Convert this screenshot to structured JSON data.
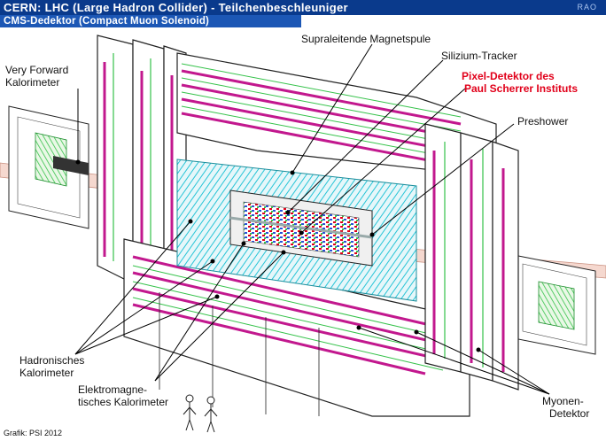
{
  "header": {
    "title": "CERN: LHC (Large Hadron Collider) - Teilchenbeschleuniger",
    "subtitle": "CMS-Dedektor (Compact Muon Solenoid)",
    "logo": "RAO"
  },
  "labels": {
    "very_forward_1": "Very Forward",
    "very_forward_2": "Kalorimeter",
    "magnet": "Supraleitende Magnetspule",
    "tracker": "Silizium-Tracker",
    "pixel_1": "Pixel-Detektor des",
    "pixel_2": "Paul Scherrer Instituts",
    "preshower": "Preshower",
    "hadron_1": "Hadronisches",
    "hadron_2": "Kalorimeter",
    "ecal_1": "Elektromagne-",
    "ecal_2": "tisches Kalorimeter",
    "muon_1": "Myonen-",
    "muon_2": "Detektor"
  },
  "credit": "Grafik: PSI 2012",
  "colors": {
    "header_dark": "#0a3a8c",
    "header_light": "#1c57b5",
    "highlight_red": "#e1001a",
    "magenta": "#c2188e",
    "cyan": "#27c4d6",
    "green": "#35c24a",
    "beam": "#e0a79a"
  }
}
